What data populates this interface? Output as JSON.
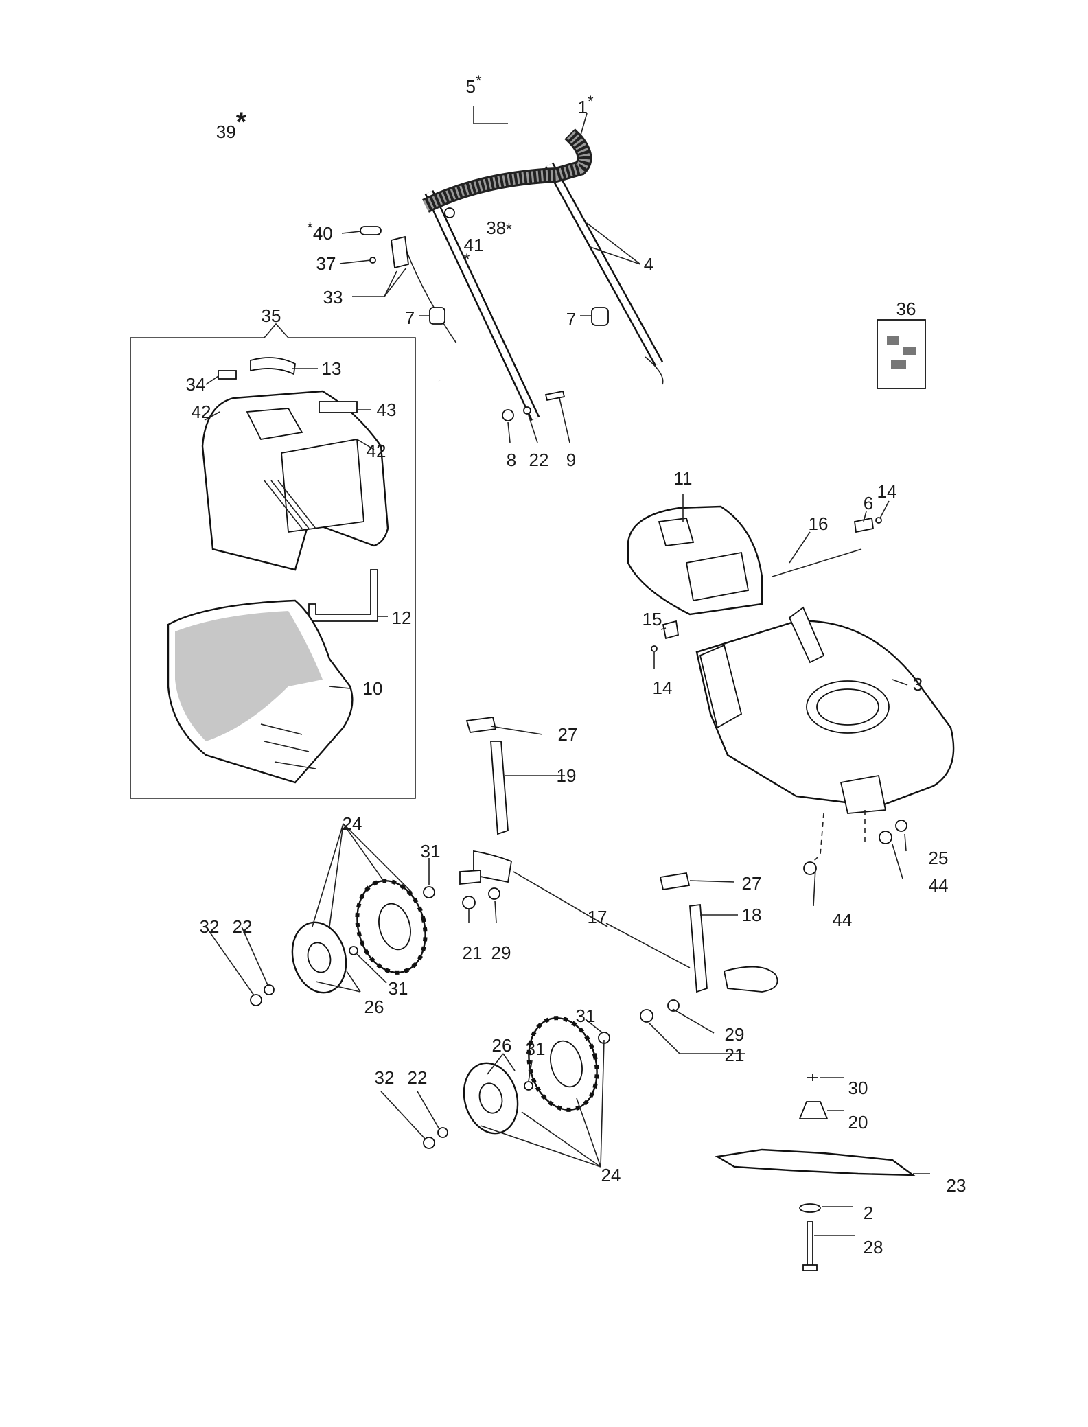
{
  "labels": {
    "l1": "1",
    "l2": "2",
    "l3": "3",
    "l4": "4",
    "l5": "5",
    "l6": "6",
    "l7a": "7",
    "l7b": "7",
    "l8": "8",
    "l9": "9",
    "l10": "10",
    "l11": "11",
    "l12": "12",
    "l13": "13",
    "l14a": "14",
    "l14b": "14",
    "l15": "15",
    "l16": "16",
    "l17": "17",
    "l18": "18",
    "l19": "19",
    "l20": "20",
    "l21a": "21",
    "l21b": "21",
    "l22a": "22",
    "l22b": "22",
    "l22c": "22",
    "l23": "23",
    "l24a": "24",
    "l24b": "24",
    "l25": "25",
    "l26a": "26",
    "l26b": "26",
    "l27a": "27",
    "l27b": "27",
    "l28": "28",
    "l29a": "29",
    "l29b": "29",
    "l30": "30",
    "l31a": "31",
    "l31b": "31",
    "l31c": "31",
    "l31d": "31",
    "l32a": "32",
    "l32b": "32",
    "l33": "33",
    "l34": "34",
    "l35": "35",
    "l36": "36",
    "l37": "37",
    "l38": "38",
    "l39": "39",
    "l40": "40",
    "l41": "41",
    "l42a": "42",
    "l42b": "42",
    "l43": "43",
    "l44a": "44",
    "l44b": "44"
  },
  "marks": {
    "asterisk": "*"
  }
}
